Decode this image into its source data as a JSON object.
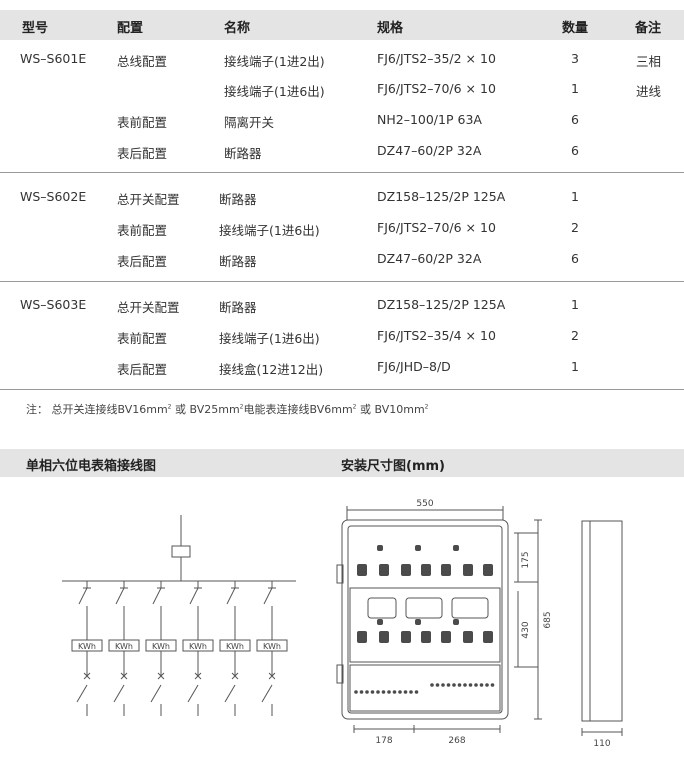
{
  "headers": {
    "model": "型号",
    "config": "配置",
    "name": "名称",
    "spec": "规格",
    "qty": "数量",
    "remark": "备注"
  },
  "groups": [
    {
      "model": "WS–S601E",
      "rows": [
        {
          "config": "总线配置",
          "name": "接线端子(1进2出)",
          "spec": "FJ6/JTS2–35/2 × 10",
          "qty": "3",
          "remark": "三相"
        },
        {
          "config": "",
          "name": "接线端子(1进6出)",
          "spec": "FJ6/JTS2–70/6 × 10",
          "qty": "1",
          "remark": "进线"
        },
        {
          "config": "表前配置",
          "name": "隔离开关",
          "spec": "NH2–100/1P 63A",
          "qty": "6",
          "remark": ""
        },
        {
          "config": "表后配置",
          "name": "断路器",
          "spec": "DZ47–60/2P 32A",
          "qty": "6",
          "remark": ""
        }
      ]
    },
    {
      "model": "WS–S602E",
      "rows": [
        {
          "config": "总开关配置",
          "name": "断路器",
          "spec": "DZ158–125/2P 125A",
          "qty": "1",
          "remark": ""
        },
        {
          "config": "表前配置",
          "name": "接线端子(1进6出)",
          "spec": "FJ6/JTS2–70/6 × 10",
          "qty": "2",
          "remark": ""
        },
        {
          "config": "表后配置",
          "name": "断路器",
          "spec": "DZ47–60/2P 32A",
          "qty": "6",
          "remark": ""
        }
      ]
    },
    {
      "model": "WS–S603E",
      "rows": [
        {
          "config": "总开关配置",
          "name": "断路器",
          "spec": "DZ158–125/2P 125A",
          "qty": "1",
          "remark": ""
        },
        {
          "config": "表前配置",
          "name": "接线端子(1进6出)",
          "spec": "FJ6/JTS2–35/4 × 10",
          "qty": "2",
          "remark": ""
        },
        {
          "config": "表后配置",
          "name": "接线盒(12进12出)",
          "spec": "FJ6/JHD–8/D",
          "qty": "1",
          "remark": ""
        }
      ]
    }
  ],
  "note": {
    "prefix": "注：",
    "part1": "总开关连接线BV16mm",
    "part2": "或 BV25mm",
    "part3": "电能表连接线BV6mm",
    "part4": "或 BV10mm",
    "sup": "2"
  },
  "sections": {
    "wiring_title": "单相六位电表箱接线图",
    "dimension_title": "安装尺寸图(mm)"
  },
  "wiring": {
    "meter_label": "KWh",
    "meter_count": 6
  },
  "dimensions": {
    "width": "550",
    "top_height": "175",
    "total_height": "685",
    "middle_height": "430",
    "bottom_left": "178",
    "bottom_right": "268",
    "depth": "110"
  },
  "colors": {
    "header_bg": "#e4e4e4",
    "divider": "#999999",
    "drawing_line": "#555555"
  }
}
